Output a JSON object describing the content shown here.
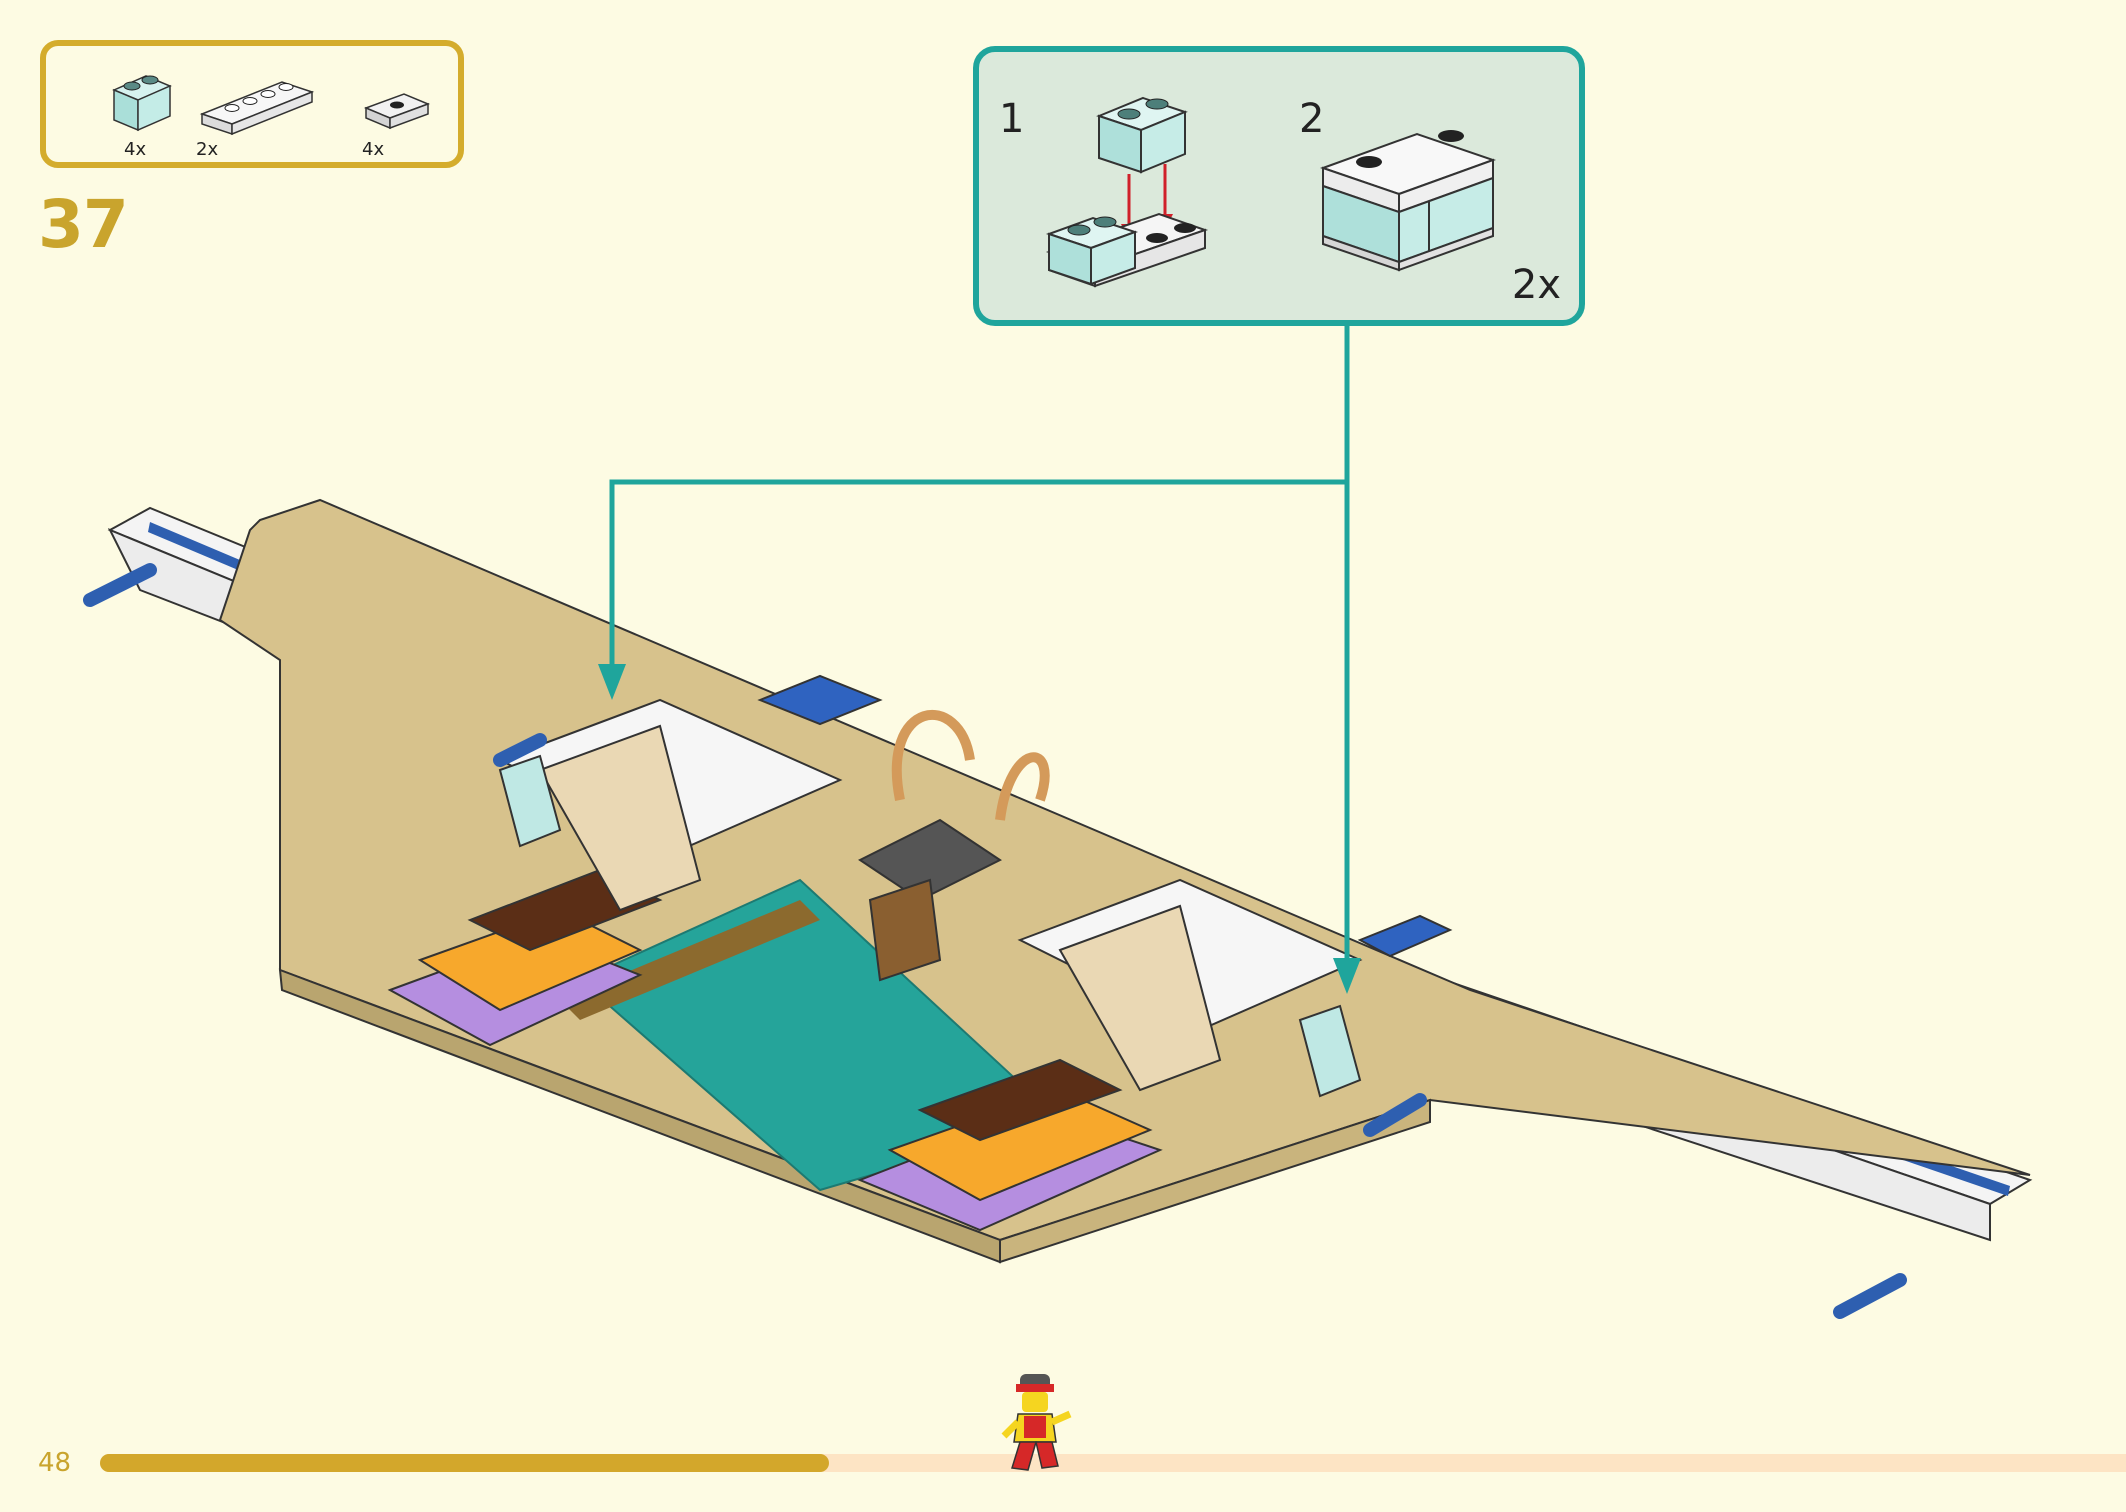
{
  "page": {
    "step_number": "37",
    "page_number": "48",
    "progress": 0.36
  },
  "parts_list": [
    {
      "name": "transparent light blue 1x2 brick",
      "qty": "4x",
      "color": "#bfe8e4"
    },
    {
      "name": "white 1x4 plate",
      "qty": "2x",
      "color": "#f2f2f2"
    },
    {
      "name": "white 1x2 jumper plate",
      "qty": "4x",
      "color": "#e8e8e8"
    }
  ],
  "sub_assembly": {
    "step1_label": "1",
    "step2_label": "2",
    "multiplier": "2x"
  },
  "colors": {
    "accent_gold": "#d4ac2c",
    "callout_teal": "#1fa59c",
    "callout_bg": "#dbe9db",
    "background": "#fdfbe3",
    "insertion_arrow": "#d0202a"
  }
}
